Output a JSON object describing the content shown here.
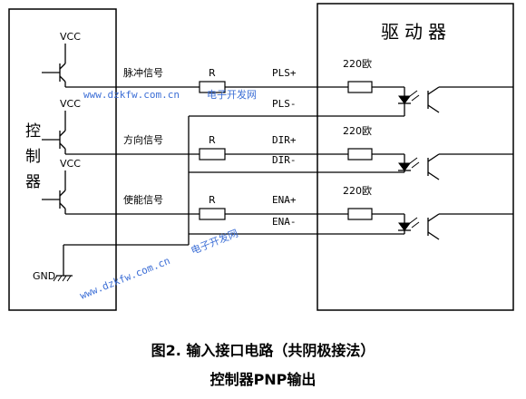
{
  "controller": {
    "title": "控制器",
    "gnd": "GND"
  },
  "driver": {
    "title": "驱动器"
  },
  "channels": [
    {
      "vcc": "VCC",
      "label": "脉冲信号",
      "resistor": "R",
      "plus": "PLS+",
      "minus": "PLS-",
      "driver_r": "220欧"
    },
    {
      "vcc": "VCC",
      "label": "方向信号",
      "resistor": "R",
      "plus": "DIR+",
      "minus": "DIR-",
      "driver_r": "220欧"
    },
    {
      "vcc": "VCC",
      "label": "使能信号",
      "resistor": "R",
      "plus": "ENA+",
      "minus": "ENA-",
      "driver_r": "220欧"
    }
  ],
  "watermarks": [
    {
      "url": "www.dzkfw.com.cn",
      "text": "电子开发网"
    },
    {
      "url": "www.dzkfw.com.cn",
      "text": "电子开发网"
    }
  ],
  "caption": {
    "line1": "图2. 输入接口电路（共阴极接法）",
    "line2": "控制器PNP输出"
  },
  "colors": {
    "watermark": "#3d6fd6",
    "line": "#000000"
  }
}
